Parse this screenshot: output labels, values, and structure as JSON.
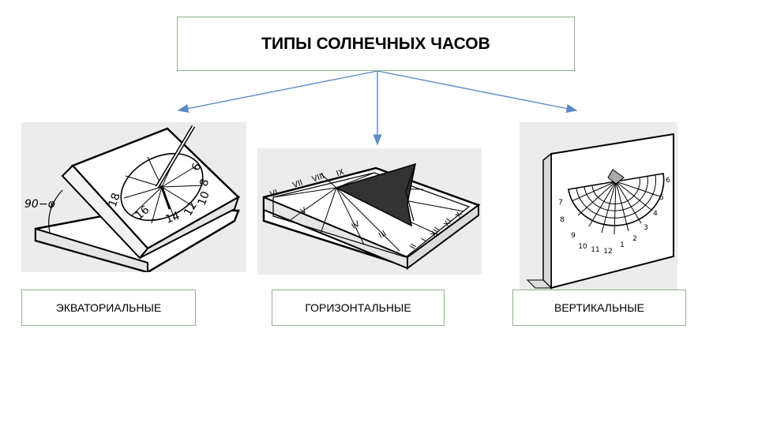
{
  "title": "ТИПЫ СОЛНЕЧНЫХ ЧАСОВ",
  "types": [
    {
      "label": "ЭКВАТОРИАЛЬНЫЕ",
      "diagram": {
        "angle_label": "90−φ",
        "hour_numbers": [
          "18",
          "16",
          "14",
          "12",
          "10",
          "8",
          "6"
        ]
      }
    },
    {
      "label": "ГОРИЗОНТАЛЬНЫЕ",
      "diagram": {
        "hour_numerals": [
          "VI",
          "VII",
          "VIII",
          "IX",
          "X",
          "XI",
          "XII",
          "I",
          "II",
          "III",
          "IV",
          "V"
        ]
      }
    },
    {
      "label": "ВЕРТИКАЛЬНЫЕ",
      "diagram": {
        "hour_numbers": [
          "7",
          "8",
          "9",
          "10",
          "11",
          "12",
          "1",
          "2",
          "3",
          "4",
          "5",
          "6"
        ]
      }
    }
  ],
  "colors": {
    "arrow": "#5b8bc4",
    "box_border": "#8fb28f"
  }
}
